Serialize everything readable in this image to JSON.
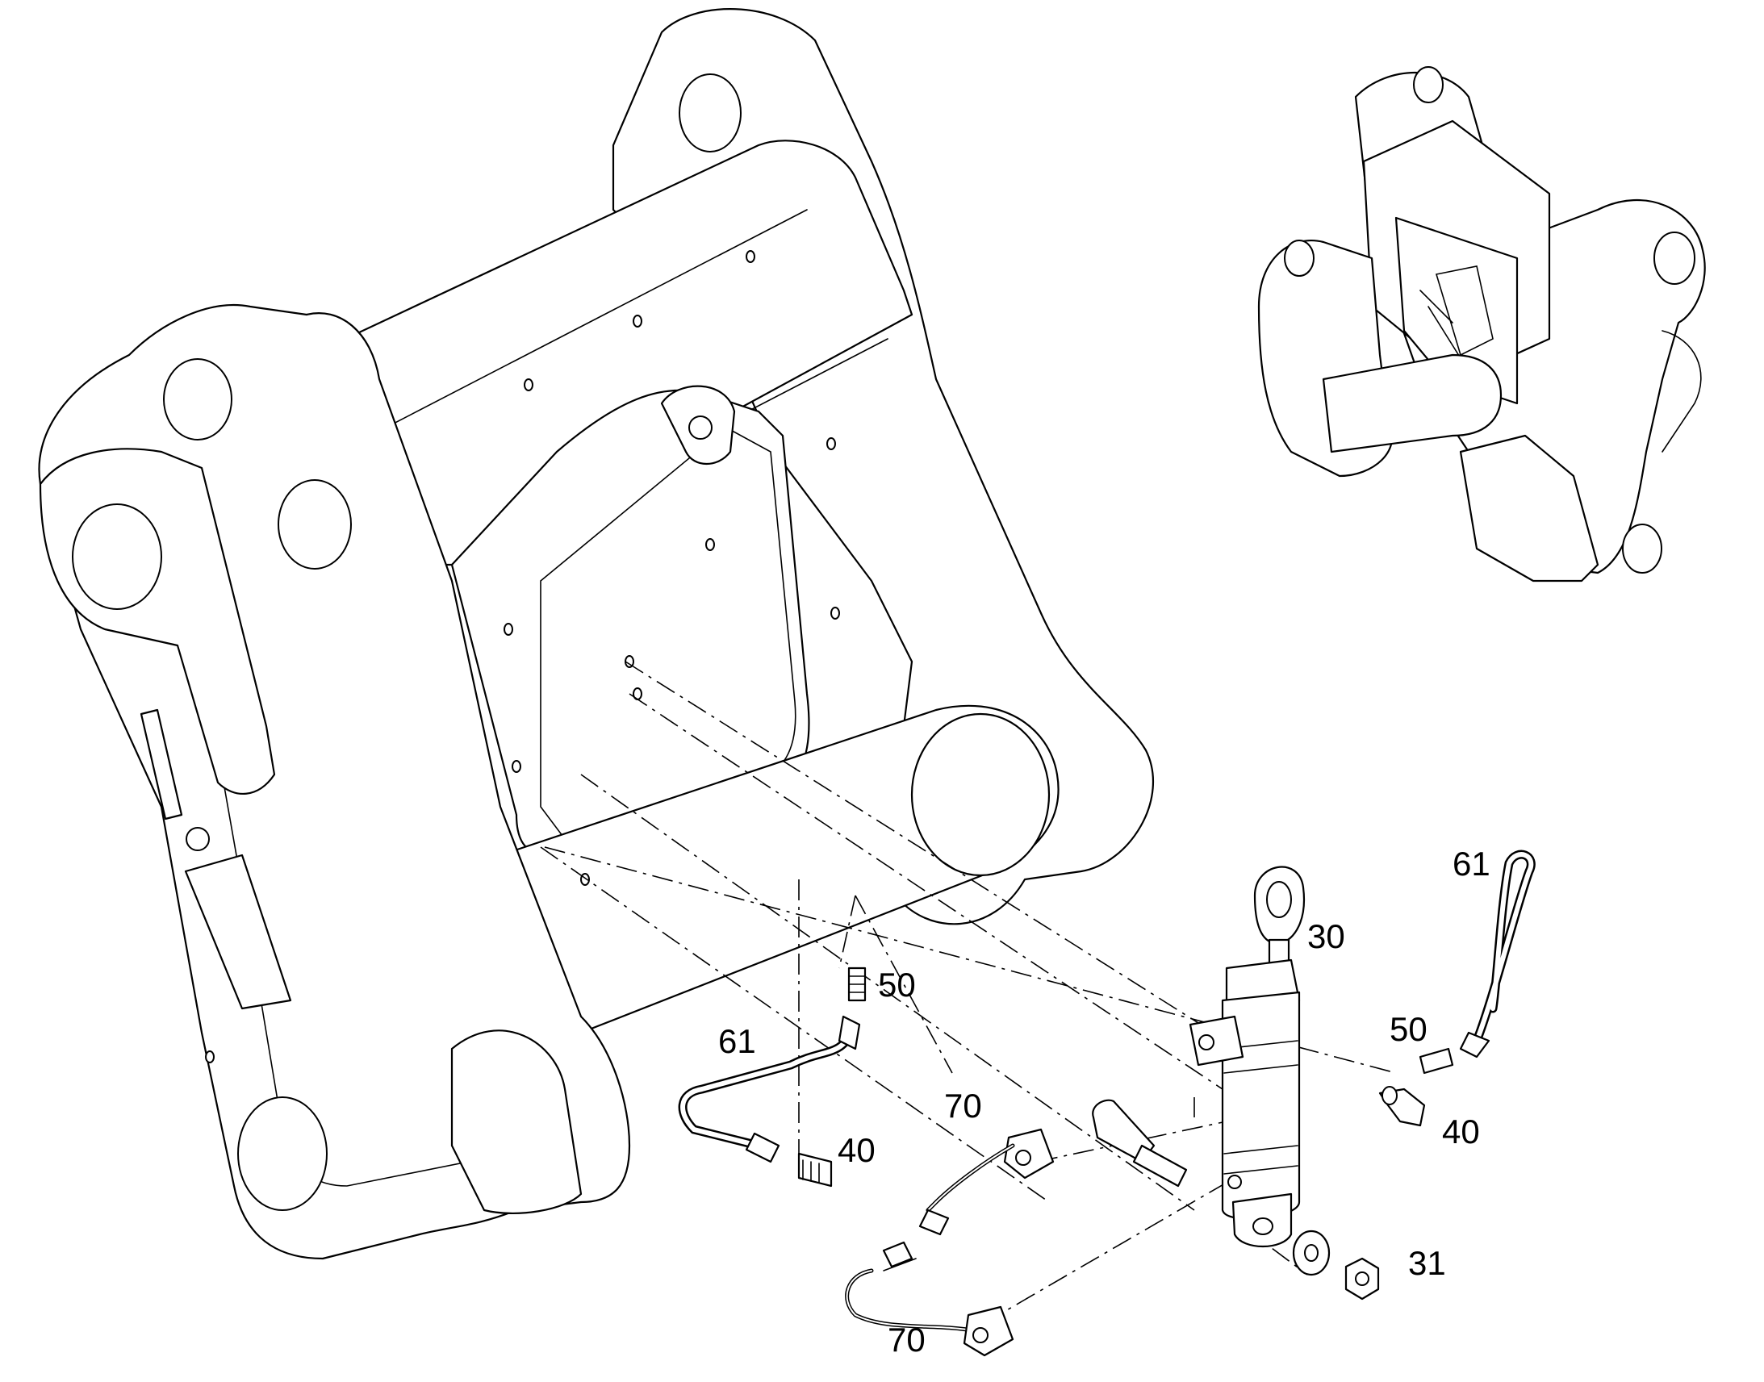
{
  "callouts": {
    "c30": "30",
    "c31": "31",
    "c40_left": "40",
    "c40_right": "40",
    "c50_left": "50",
    "c50_right": "50",
    "c61_left": "61",
    "c61_right": "61",
    "c70_top": "70",
    "c70_bottom": "70"
  },
  "colors": {
    "line": "#000000",
    "background": "#ffffff"
  }
}
